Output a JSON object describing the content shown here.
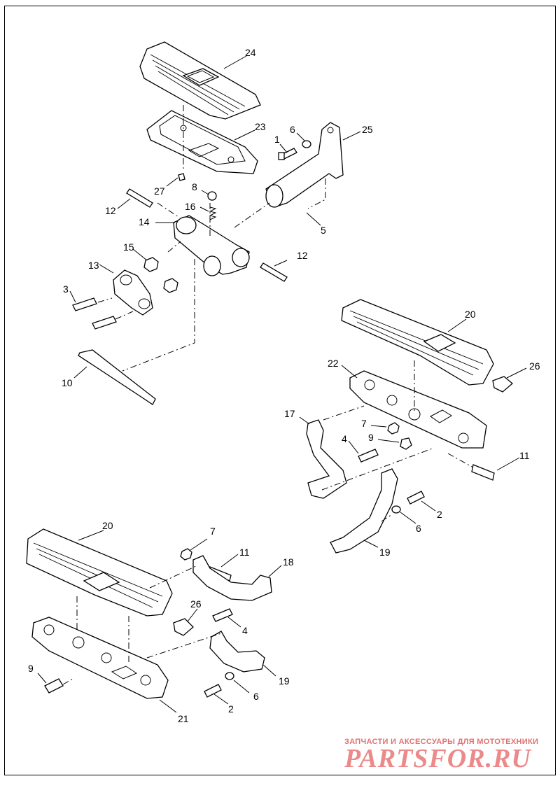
{
  "callouts": {
    "c24": "24",
    "c23": "23",
    "c25": "25",
    "c1": "1",
    "c6a": "6",
    "c27": "27",
    "c8": "8",
    "c16": "16",
    "c12a": "12",
    "c12b": "12",
    "c14": "14",
    "c5": "5",
    "c15": "15",
    "c13": "13",
    "c3": "3",
    "c10": "10",
    "c20a": "20",
    "c26a": "26",
    "c22": "22",
    "c17": "17",
    "c7a": "7",
    "c9a": "9",
    "c4a": "4",
    "c11a": "11",
    "c2a": "2",
    "c6b": "6",
    "c19a": "19",
    "c20b": "20",
    "c7b": "7",
    "c11b": "11",
    "c18": "18",
    "c26b": "26",
    "c4b": "4",
    "c9b": "9",
    "c19b": "19",
    "c6c": "6",
    "c2b": "2",
    "c21": "21"
  },
  "watermark": {
    "tagline": "ЗАПЧАСТИ И АКСЕССУАРЫ ДЛЯ МОТОТЕХНИКИ",
    "logo": "PARTSFOR.RU",
    "color": "#e07070"
  }
}
